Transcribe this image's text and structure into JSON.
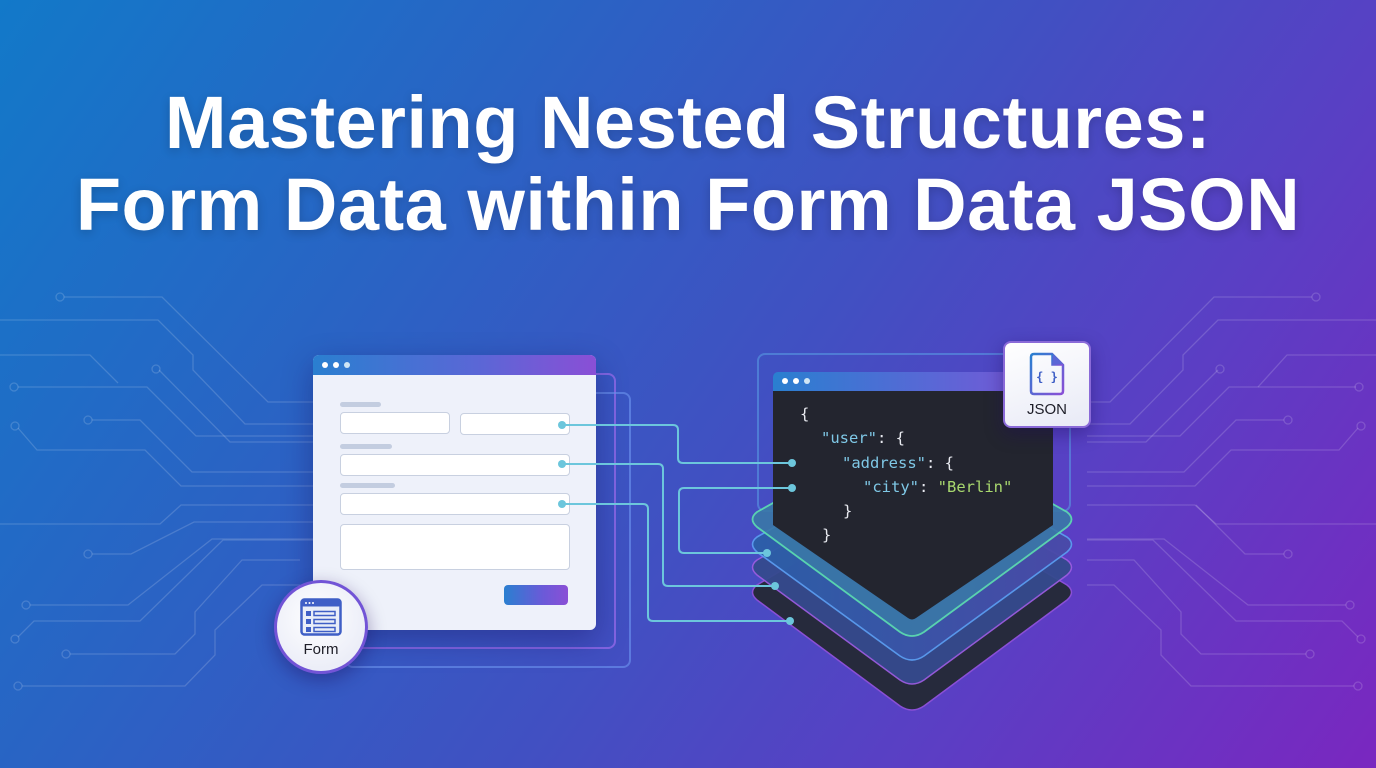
{
  "title": {
    "line1": "Mastering Nested Structures:",
    "line2": "Form Data within Form Data JSON"
  },
  "colors": {
    "bg_start": "#1279c9",
    "bg_end": "#7a27c0",
    "connector": "#6cc6dc",
    "code_bg": "#23252f",
    "key_color": "#7fc8e6",
    "string_color": "#a8d86e",
    "layer_green": "#5de0b0",
    "layer_blue": "#5a9cf0",
    "layer_purple": "#9a5ce0"
  },
  "form_panel": {
    "icon": "form-window-icon",
    "badge_label": "Form",
    "fields": [
      "short-input-left",
      "short-input-right",
      "full-input-1",
      "full-input-2",
      "textarea"
    ],
    "submit": "submit-button-gradient"
  },
  "json_panel": {
    "icon": "json-file-icon",
    "badge_label": "JSON",
    "file_glyph": "{ }",
    "code": {
      "l1": "{",
      "l2_key": "\"user\"",
      "l2_rest": ": {",
      "l3_key": "\"address\"",
      "l3_rest": ": {",
      "l4_key": "\"city\"",
      "l4_sep": ": ",
      "l4_val": "\"Berlin\"",
      "l5": "}",
      "l6": "}"
    }
  }
}
